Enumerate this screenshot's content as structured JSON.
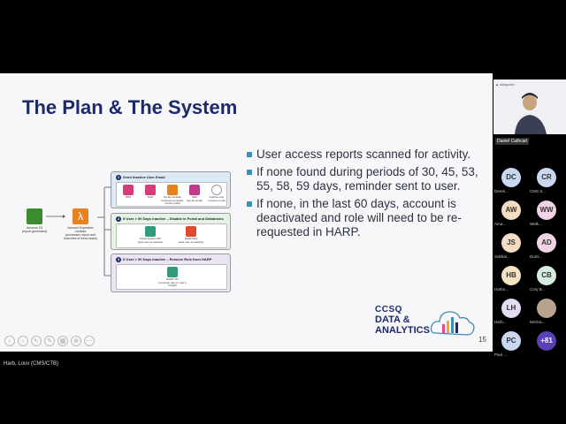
{
  "slide": {
    "title": "The Plan & The System",
    "bullets": [
      "User access reports scanned for activity.",
      "If none found during periods of 30, 45, 53, 55, 58, 59 days, reminder sent to user.",
      "If none, in the last 60 days, account is deactivated and role will need to be re-requested in HARP."
    ],
    "page_number": "15",
    "logo": {
      "line1": "CCSQ",
      "line2": "DATA &",
      "line3": "ANALYTICS"
    },
    "diagram": {
      "s3": {
        "label": "Amazon S3",
        "sub": "(report generated)"
      },
      "lambda": {
        "label": "Account Expiration Lambda",
        "sub": "(processes report and branches to three tasks)"
      },
      "panel1": {
        "num": "1",
        "title": "Send Inactive User Email",
        "nodes": [
          {
            "label": "SNS"
          },
          {
            "label": "SQS"
          },
          {
            "label": "Email Lambda",
            "sub": "(retrieves template, sends email)"
          },
          {
            "label": "SES",
            "sub": "(sends email)"
          },
          {
            "label": "Inactive user receives email"
          }
        ]
      },
      "panel2": {
        "num": "2",
        "title": "If User > 90 Days Inactive – Disable in Portal and Databricks",
        "nodes": [
          {
            "label": "Portal System API",
            "sub": "(sets user to inactive)"
          },
          {
            "label": "Databricks",
            "sub": "(sets user to inactive)"
          }
        ]
      },
      "panel3": {
        "num": "3",
        "title": "If User > 90 Days Inactive – Remove Role from HARP",
        "nodes": [
          {
            "label": "HARP API",
            "sub": "(removes role on user's behalf)"
          }
        ]
      }
    }
  },
  "presenter": {
    "label": "Harb, Louv (CMS/CTB)"
  },
  "speaker": {
    "name": "Daniel Cathcart",
    "brand": "▲ datapoint"
  },
  "participants": [
    {
      "initials": "DC",
      "name": "Derek...",
      "color": "#c9d7f0"
    },
    {
      "initials": "CR",
      "name": "CMS S...",
      "color": "#c9d7f0"
    },
    {
      "initials": "AW",
      "name": "Ama...",
      "color": "#f3dcc2"
    },
    {
      "initials": "WW",
      "name": "Welk...",
      "color": "#f0d4e6"
    },
    {
      "initials": "JS",
      "name": "Sokhat...",
      "color": "#f3dcc2"
    },
    {
      "initials": "AD",
      "name": "Dumi...",
      "color": "#f0d4e6"
    },
    {
      "initials": "HB",
      "name": "Harbn...",
      "color": "#f3e3c2"
    },
    {
      "initials": "CB",
      "name": "Cory B...",
      "color": "#d5eddc"
    },
    {
      "initials": "LH",
      "name": "Harb...",
      "color": "#e4dcf3"
    },
    {
      "initials": "",
      "name": "McGra...",
      "color": "#b8a48e"
    },
    {
      "initials": "PC",
      "name": "Paul ...",
      "color": "#c9d7f0"
    },
    {
      "initials": "+81",
      "name": "",
      "color": "#5b3fb5"
    }
  ],
  "colors": {
    "title": "#1b2a6b",
    "bullet": "#3a8fb7",
    "panel1": "#dce9f6",
    "panel2": "#e5f3e4",
    "panel3": "#ece4f4"
  }
}
